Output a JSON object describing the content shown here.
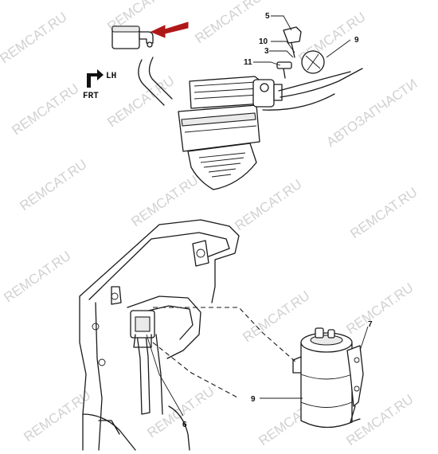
{
  "watermarks": [
    "REMCAT.RU",
    "REMCAT.RU",
    "REMCAT.RU",
    "REMCAT.RU",
    "REMCAT.RU",
    "REMCAT.RU",
    "REMCAT.RU",
    "REMCAT.RU",
    "REMCAT.RU",
    "REMCAT.RU",
    "REMCAT.RU",
    "REMCAT.RU",
    "REMCAT.RU",
    "REMCAT.RU",
    "REMCAT.RU",
    "АВТОЗАПЧАСТИ"
  ],
  "orientation": {
    "lh": "LH",
    "frt": "FRT"
  },
  "callouts": {
    "c5": "5",
    "c10": "10",
    "c3": "3",
    "c9_top": "9",
    "c11": "11",
    "c7": "7",
    "c9_bottom": "9",
    "c6": "6"
  },
  "colors": {
    "highlight_arrow": "#b01818",
    "watermark": "#c9c9c9",
    "line": "#1a1a1a"
  }
}
